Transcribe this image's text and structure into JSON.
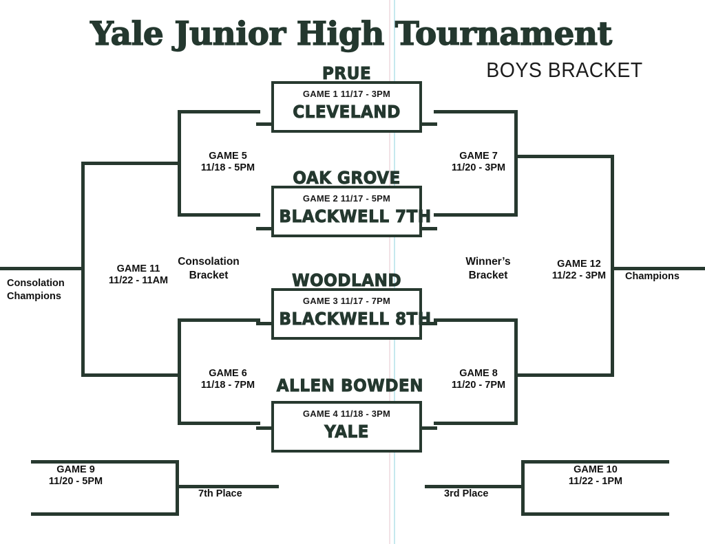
{
  "header": {
    "title": "Yale Junior High Tournament",
    "subtitle": "BOYS BRACKET"
  },
  "games": {
    "game1": {
      "seed_top": "PRUE",
      "meta": "GAME 1  11/17 - 3PM",
      "team_bottom": "CLEVELAND"
    },
    "game2": {
      "seed_top": "OAK GROVE",
      "meta": "GAME 2  11/17 - 5PM",
      "team_bottom": "BLACKWELL 7TH"
    },
    "game3": {
      "seed_top": "WOODLAND",
      "meta": "GAME 3   11/17 - 7PM",
      "team_bottom": "BLACKWELL 8TH"
    },
    "game4": {
      "seed_top": "ALLEN BOWDEN",
      "meta": "GAME 4  11/18 - 3PM",
      "team_bottom": "YALE"
    },
    "game5": {
      "name": "GAME 5",
      "datetime": "11/18 - 5PM"
    },
    "game6": {
      "name": "GAME 6",
      "datetime": "11/18 - 7PM"
    },
    "game7": {
      "name": "GAME 7",
      "datetime": "11/20 - 3PM"
    },
    "game8": {
      "name": "GAME 8",
      "datetime": "11/20 - 7PM"
    },
    "game9": {
      "name": "GAME 9",
      "datetime": "11/20 - 5PM"
    },
    "game10": {
      "name": "GAME 10",
      "datetime": "11/22 - 1PM"
    },
    "game11": {
      "name": "GAME 11",
      "datetime": "11/22 - 11AM"
    },
    "game12": {
      "name": "GAME 12",
      "datetime": "11/22 - 3PM"
    }
  },
  "labels": {
    "consolation_bracket_l1": "Consolation",
    "consolation_bracket_l2": "Bracket",
    "winners_bracket_l1": "Winner’s",
    "winners_bracket_l2": "Bracket",
    "consolation_champions_l1": "Consolation",
    "consolation_champions_l2": "Champions",
    "champions": "Champions",
    "seventh_place": "7th Place",
    "third_place": "3rd Place"
  },
  "colors": {
    "ink": "#27392f",
    "title": "#24382f",
    "text": "#111111",
    "paper": "#ffffff"
  }
}
